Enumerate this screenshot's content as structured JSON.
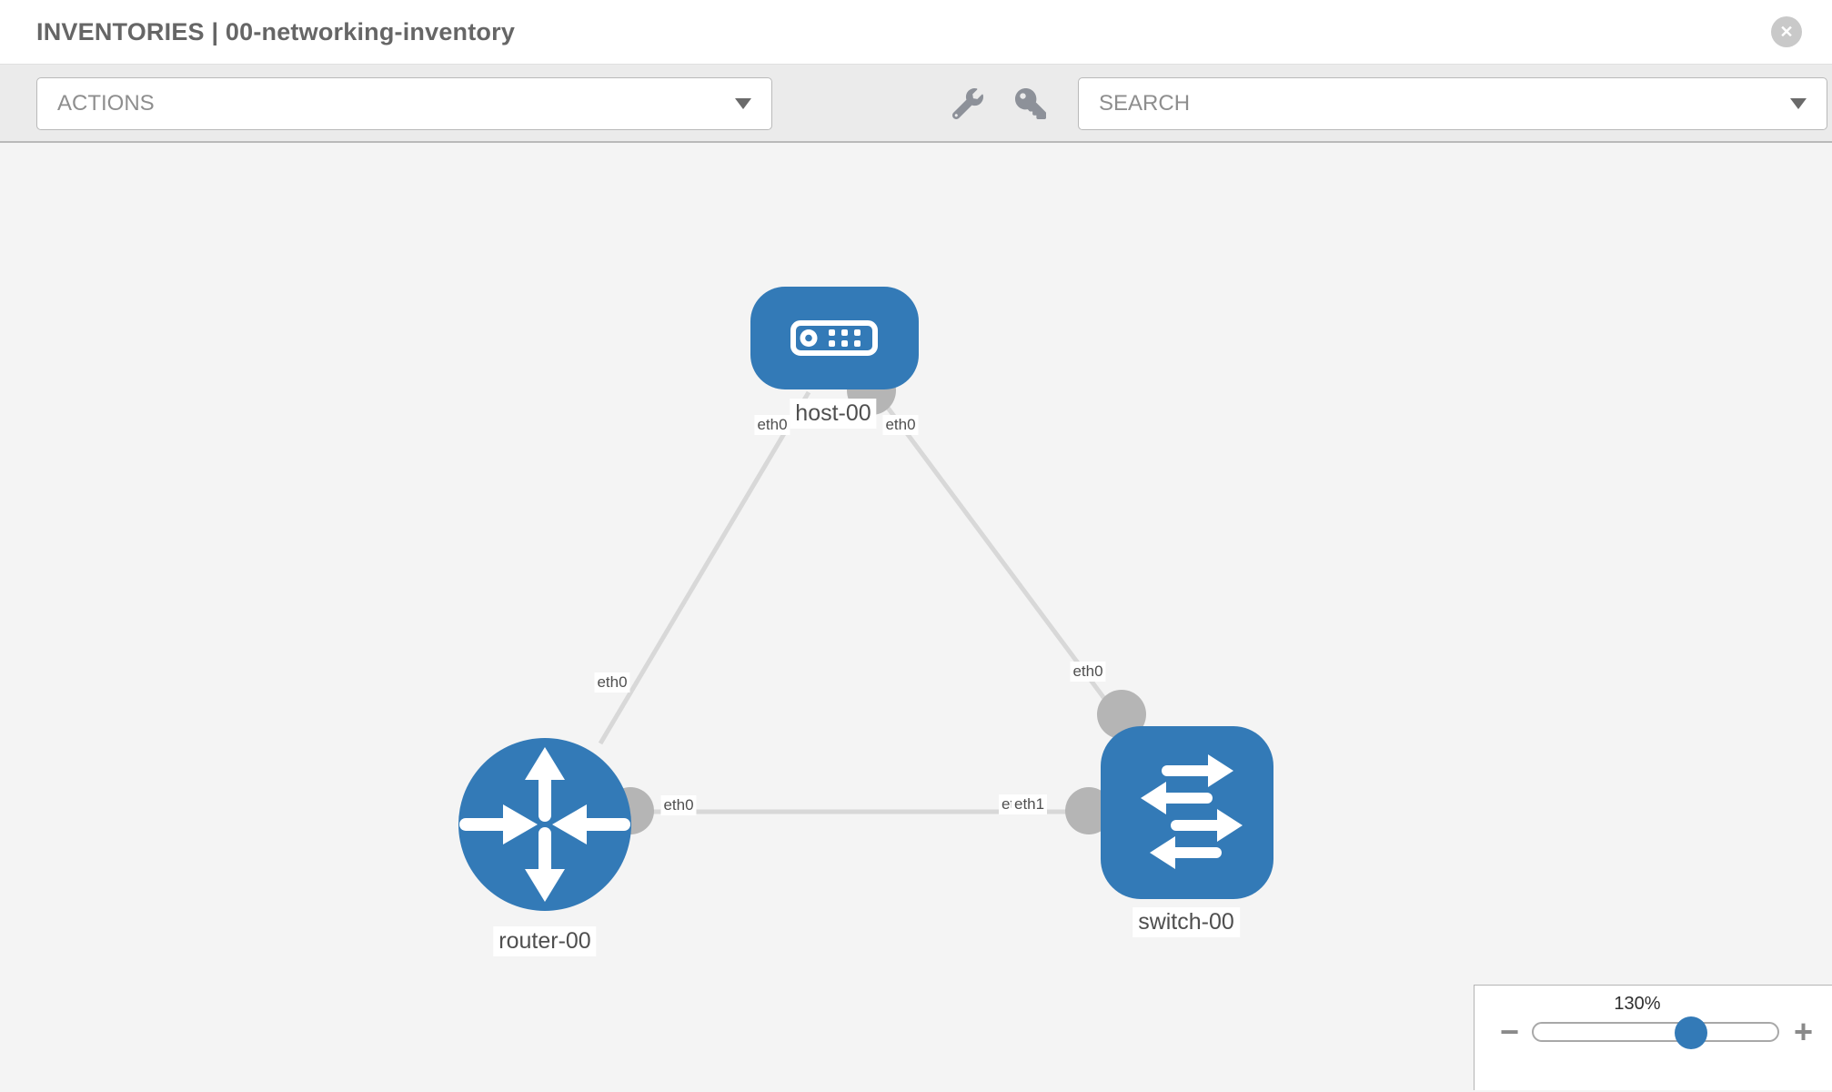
{
  "header": {
    "title": "INVENTORIES | 00-networking-inventory",
    "close_glyph": "✕"
  },
  "toolbar": {
    "actions_label": "ACTIONS",
    "search_placeholder": "SEARCH"
  },
  "topology": {
    "nodes": [
      {
        "name": "host-00",
        "type": "host"
      },
      {
        "name": "router-00",
        "type": "router"
      },
      {
        "name": "switch-00",
        "type": "switch"
      }
    ],
    "links": [
      {
        "from": "host-00",
        "to": "router-00",
        "from_iface": "eth0",
        "to_iface": "eth0"
      },
      {
        "from": "host-00",
        "to": "switch-00",
        "from_iface": "eth0",
        "to_iface": "eth0"
      },
      {
        "from": "router-00",
        "to": "switch-00",
        "from_iface": "eth0",
        "to_iface": "eth1"
      }
    ],
    "iface_labels": {
      "host_left": "eth0",
      "host_right": "eth0",
      "router_link": "eth0",
      "switch_link": "eth0",
      "hlink_left": "eth0",
      "hlink_right_back": "eth0",
      "hlink_right_front": "eth1"
    }
  },
  "zoom": {
    "level": "130%",
    "out_glyph": "−",
    "in_glyph": "+"
  },
  "colors": {
    "node_blue": "#337ab7",
    "link_gray": "#d8d8d8",
    "port_gray": "#b5b5b5",
    "label_text": "#4f4f4f"
  }
}
